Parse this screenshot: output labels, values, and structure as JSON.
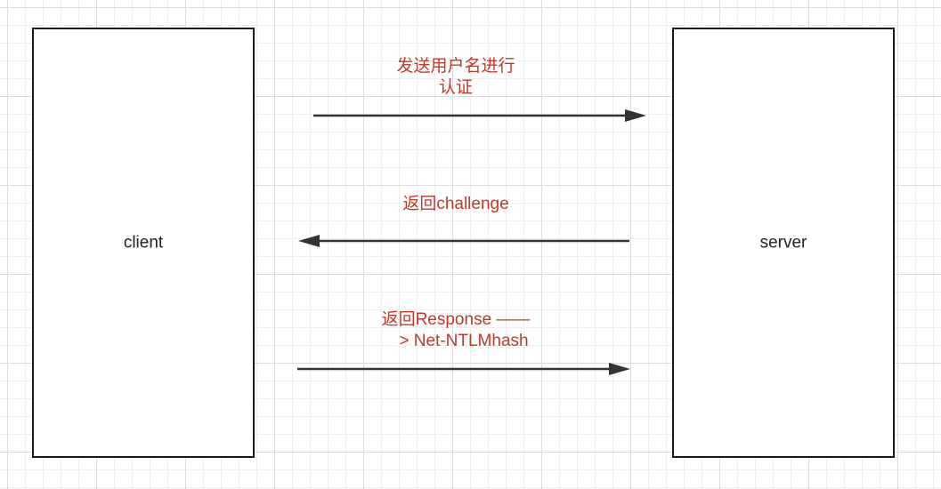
{
  "nodes": {
    "client": {
      "label": "client"
    },
    "server": {
      "label": "server"
    }
  },
  "messages": [
    {
      "line1": "发送用户名进行",
      "line2": "认证",
      "direction": "client-to-server"
    },
    {
      "line1": "返回challenge",
      "line2": "",
      "direction": "server-to-client"
    },
    {
      "line1": "返回Response ——",
      "line2": "> Net-NTLMhash",
      "direction": "client-to-server"
    }
  ],
  "colors": {
    "label_text": "#c0392b",
    "stroke": "#333333",
    "box_border": "#1a1a1a"
  }
}
